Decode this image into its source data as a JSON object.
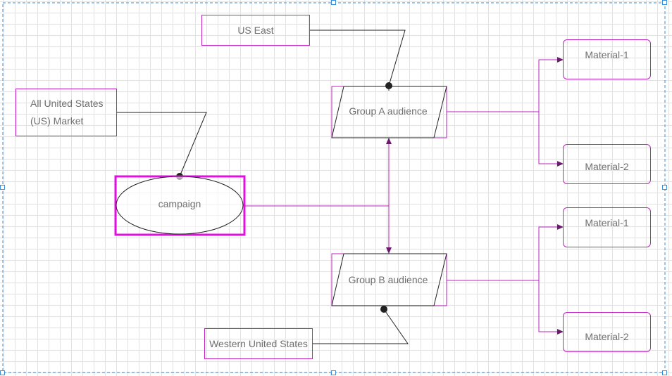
{
  "diagram": {
    "colors": {
      "node_border": "#c020c0",
      "connector": "#c020c0",
      "link": "#222222",
      "selection": "#e010e0",
      "grid": "#e2e2e2",
      "handle": "#3a8fd6"
    },
    "nodes": {
      "us_east": {
        "label": "US East"
      },
      "all_us_market": {
        "label": "All United States\n(US) Market"
      },
      "campaign": {
        "label": "campaign"
      },
      "group_a": {
        "label": "Group A audience"
      },
      "group_b": {
        "label": "Group B audience"
      },
      "western_us": {
        "label": "Western United States"
      },
      "a_material_1": {
        "label": "Material-1"
      },
      "a_material_2": {
        "label": "Material-2"
      },
      "b_material_1": {
        "label": "Material-1"
      },
      "b_material_2": {
        "label": "Material-2"
      }
    }
  }
}
